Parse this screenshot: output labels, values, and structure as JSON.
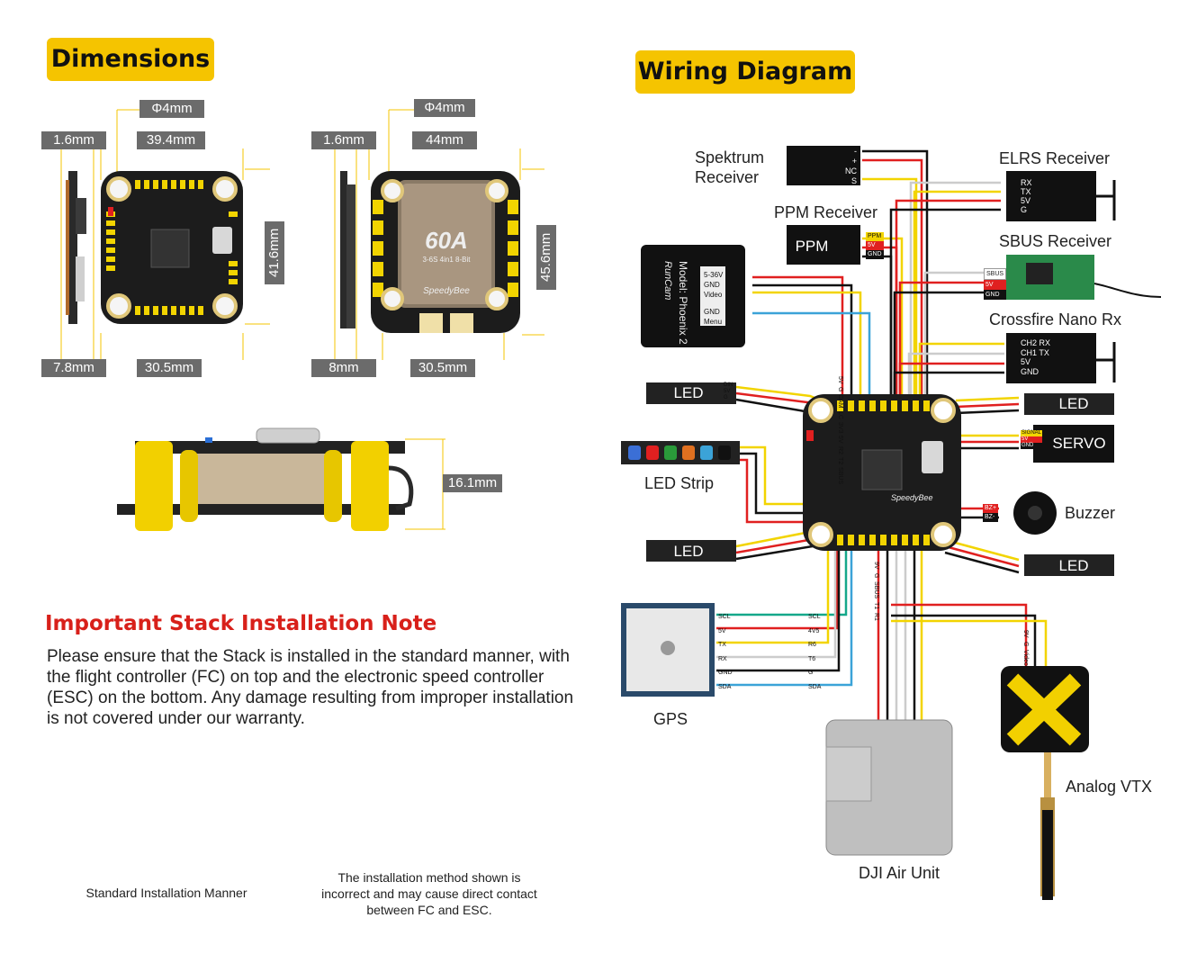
{
  "headings": {
    "dimensions": "Dimensions",
    "wiring": "Wiring Diagram"
  },
  "dims_fc": {
    "hole": "Φ4mm",
    "thick": "1.6mm",
    "width": "39.4mm",
    "height": "41.6mm",
    "side": "7.8mm",
    "mount": "30.5mm"
  },
  "dims_esc": {
    "hole": "Φ4mm",
    "thick": "1.6mm",
    "width": "44mm",
    "height": "45.6mm",
    "side": "8mm",
    "mount": "30.5mm",
    "chip_big": "60A",
    "chip_sub": "3-6S 4in1 8-Bit",
    "brand": "SpeedyBee"
  },
  "stack_height": "16.1mm",
  "note": {
    "title": "Important Stack Installation Note",
    "body": "Please ensure that the Stack is installed in the standard manner, with the flight controller (FC) on top and the electronic speed controller (ESC) on the bottom. Any damage resulting from improper installation is not covered under our warranty."
  },
  "captions": {
    "standard": "Standard Installation Manner",
    "incorrect": "The installation method shown is incorrect and may cause direct contact between FC and ESC."
  },
  "wiring_labels": {
    "spektrum": "Spektrum Receiver",
    "ppm_receiver": "PPM Receiver",
    "ppm_box": "PPM",
    "elrs": "ELRS Receiver",
    "sbus": "SBUS Receiver",
    "crossfire": "Crossfire Nano Rx",
    "led_tl": "LED",
    "led_strip": "LED Strip",
    "led_bl": "LED",
    "led_tr": "LED",
    "servo": "SERVO",
    "buzzer": "Buzzer",
    "led_br": "LED",
    "gps": "GPS",
    "dji": "DJI Air Unit",
    "analog_vtx": "Analog VTX",
    "cam_brand": "RunCam",
    "cam_model": "Model: Phoenix 2",
    "fc_brand": "SpeedyBee"
  },
  "pins": {
    "spektrum": [
      "-",
      "+",
      "NC",
      "S"
    ],
    "spektrum_wires": [
      "GND",
      "3V3",
      "",
      "T2"
    ],
    "ppm": [
      "PPM",
      "5V",
      "GND"
    ],
    "elrs": [
      "RX",
      "TX",
      "5V",
      "G"
    ],
    "sbus": [
      "SBUS",
      "5V",
      "GND"
    ],
    "crossfire": [
      "CH2 RX",
      "CH1 TX",
      "5V",
      "GND"
    ],
    "crossfire_wires": [
      "CH2",
      "CH1",
      "5V",
      "GND"
    ],
    "cam": [
      "5-36V",
      "GND",
      "Video",
      "Menu"
    ],
    "cam_side": [
      "5-36V",
      "GND",
      "Video",
      "GND",
      "Menu"
    ],
    "led": [
      "DIN",
      "5V",
      "G"
    ],
    "servo": [
      "SIGNAL",
      "5V",
      "GND"
    ],
    "buzzer": [
      "BZ+",
      "BZ-"
    ],
    "gps": [
      "SCL",
      "5V",
      "TX",
      "RX",
      "GND",
      "SDA"
    ],
    "gps_fc": [
      "SCL",
      "4V5",
      "R6",
      "T6",
      "G",
      "SDA"
    ],
    "fc_top": [
      "5V",
      "G",
      "CAM",
      "LC",
      "3V3",
      "5V",
      "R2",
      "T2",
      "SBUS"
    ],
    "fc_bottom": [
      "9V",
      "G",
      "SBUS",
      "T1",
      "R1"
    ],
    "vtx": [
      "9V",
      "G",
      "Video"
    ]
  },
  "colors": {
    "yellow": "#f5c400",
    "red": "#d8201a",
    "dimgray": "#6b6b6b",
    "wire_red": "#e02020",
    "wire_black": "#111111",
    "wire_yellow": "#f2d400",
    "wire_white": "#cccccc",
    "wire_blue": "#3ba3d8",
    "wire_teal": "#14a88a"
  }
}
